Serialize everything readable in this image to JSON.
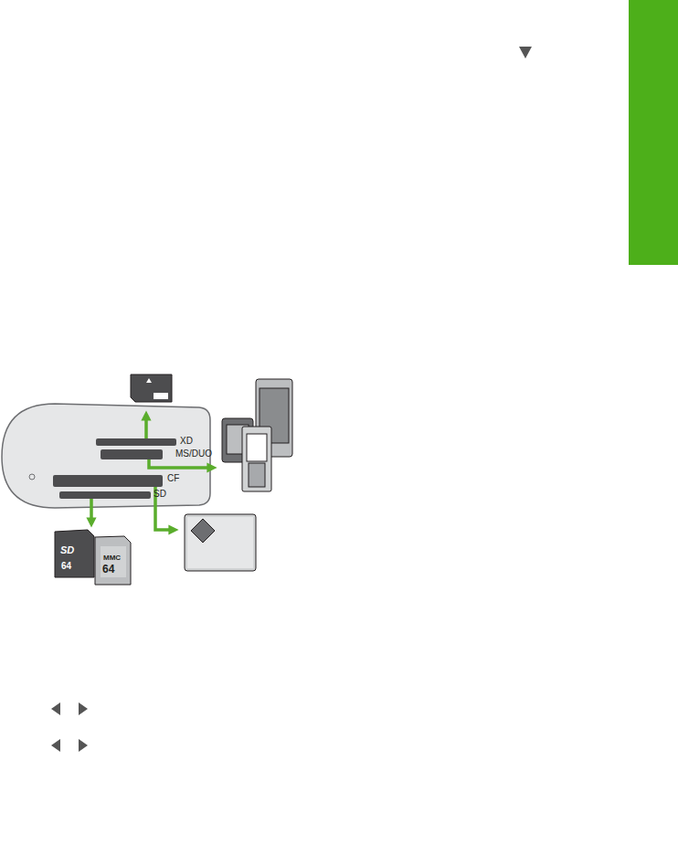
{
  "diagram": {
    "labels": [
      "XD",
      "MS/DUO",
      "CF",
      "SD",
      "SD",
      "64",
      "MMC",
      "64"
    ]
  }
}
